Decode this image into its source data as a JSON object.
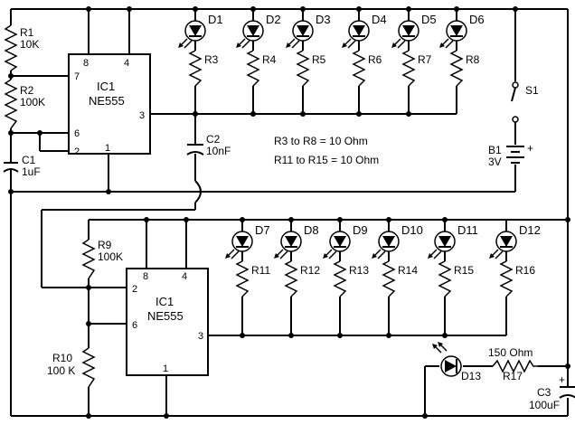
{
  "notes": [
    "R3 to R8 = 10 Ohm",
    "R11 to R15 = 10 Ohm"
  ],
  "ic1": {
    "name": "IC1",
    "part": "NE555",
    "pins": {
      "p8": "8",
      "p4": "4",
      "p7": "7",
      "p6": "6",
      "p2": "2",
      "p1": "1",
      "p3": "3"
    }
  },
  "ic2": {
    "name": "IC1",
    "part": "NE555",
    "pins": {
      "p8": "8",
      "p4": "4",
      "p2": "2",
      "p6": "6",
      "p1": "1",
      "p3": "3"
    }
  },
  "r1": {
    "name": "R1",
    "value": "10K"
  },
  "r2": {
    "name": "R2",
    "value": "100K"
  },
  "c1": {
    "name": "C1",
    "value": "1uF"
  },
  "c2": {
    "name": "C2",
    "value": "10nF"
  },
  "r9": {
    "name": "R9",
    "value": "100K"
  },
  "r10": {
    "name": "R10",
    "value": "100 K"
  },
  "s1": {
    "name": "S1"
  },
  "b1": {
    "name": "B1",
    "value": "3V",
    "plus": "+"
  },
  "top_leds": [
    "D1",
    "D2",
    "D3",
    "D4",
    "D5",
    "D6"
  ],
  "top_resistors": [
    "R3",
    "R4",
    "R5",
    "R6",
    "R7",
    "R8"
  ],
  "bottom_leds": [
    "D7",
    "D8",
    "D9",
    "D10",
    "D11",
    "D12"
  ],
  "bottom_resistors": [
    "R11",
    "R12",
    "R13",
    "R14",
    "R15",
    "R16"
  ],
  "d13": {
    "name": "D13"
  },
  "r17": {
    "name": "R17",
    "value": "150 Ohm"
  },
  "c3": {
    "name": "C3",
    "value": "100uF",
    "plus": "+"
  }
}
